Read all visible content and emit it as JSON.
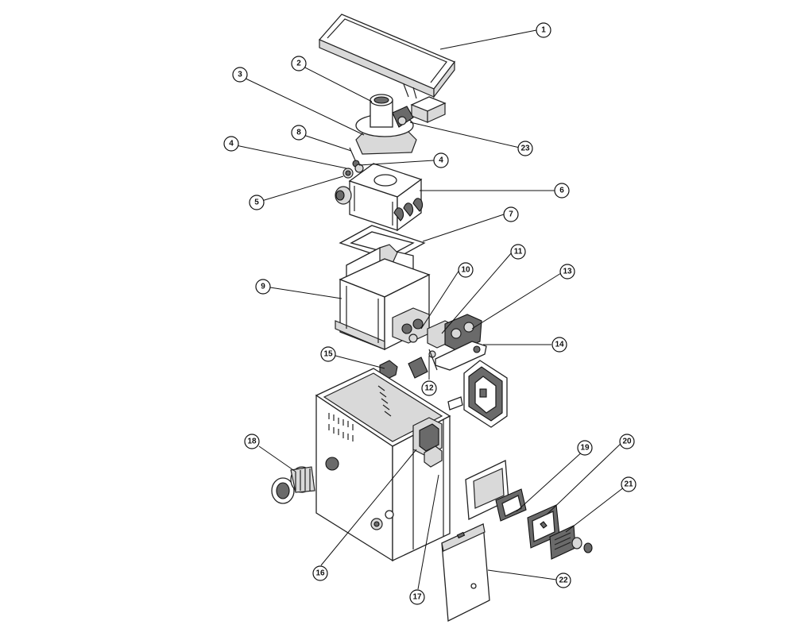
{
  "diagram": {
    "callouts": [
      {
        "id": "c1",
        "label": "1"
      },
      {
        "id": "c2",
        "label": "2"
      },
      {
        "id": "c3",
        "label": "3"
      },
      {
        "id": "c4a",
        "label": "4"
      },
      {
        "id": "c4b",
        "label": "4"
      },
      {
        "id": "c5",
        "label": "5"
      },
      {
        "id": "c6",
        "label": "6"
      },
      {
        "id": "c7",
        "label": "7"
      },
      {
        "id": "c8",
        "label": "8"
      },
      {
        "id": "c9",
        "label": "9"
      },
      {
        "id": "c10",
        "label": "10"
      },
      {
        "id": "c11",
        "label": "11"
      },
      {
        "id": "c12",
        "label": "12"
      },
      {
        "id": "c13",
        "label": "13"
      },
      {
        "id": "c14",
        "label": "14"
      },
      {
        "id": "c15",
        "label": "15"
      },
      {
        "id": "c16",
        "label": "16"
      },
      {
        "id": "c17",
        "label": "17"
      },
      {
        "id": "c18",
        "label": "18"
      },
      {
        "id": "c19",
        "label": "19"
      },
      {
        "id": "c20",
        "label": "20"
      },
      {
        "id": "c21",
        "label": "21"
      },
      {
        "id": "c22",
        "label": "22"
      },
      {
        "id": "c23",
        "label": "23"
      }
    ]
  }
}
